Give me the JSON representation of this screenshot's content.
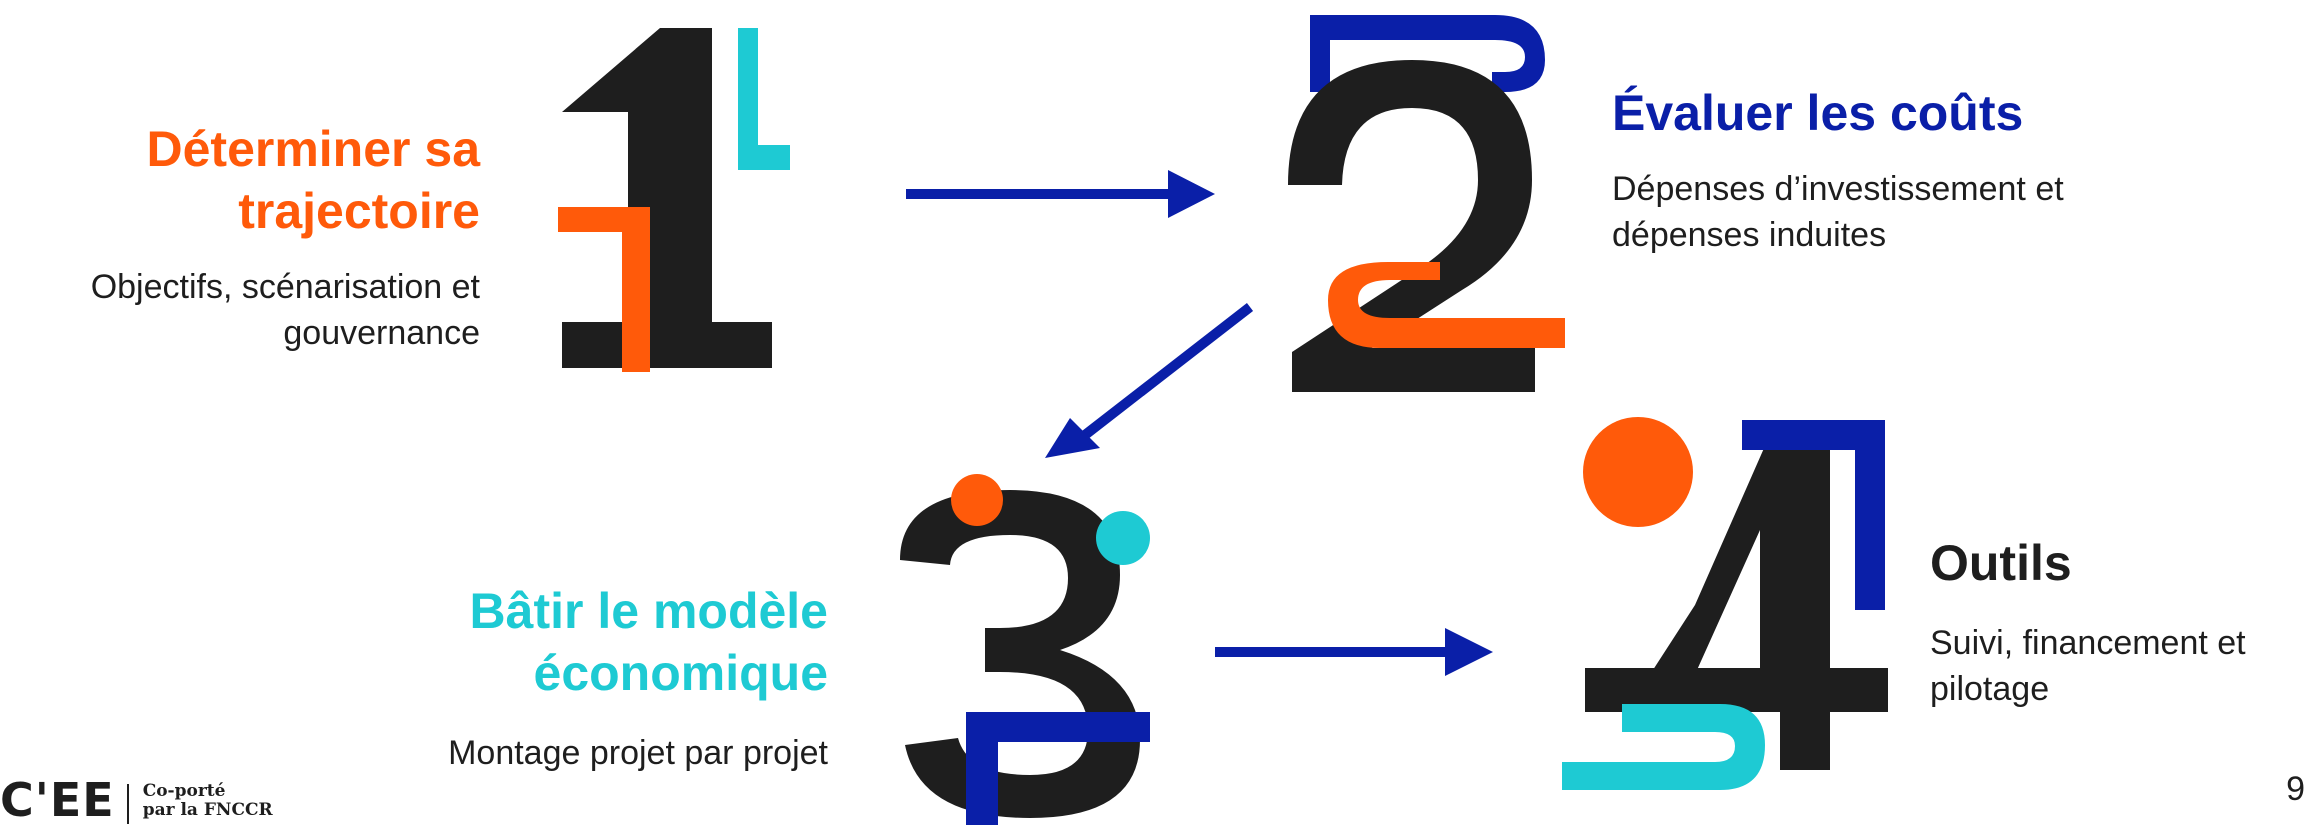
{
  "colors": {
    "orange": "#ff5a0a",
    "cyan": "#1ecad3",
    "navy": "#0a1fa8",
    "dark": "#1e1e1e"
  },
  "steps": [
    {
      "number": "1",
      "title": "Déterminer sa trajectoire",
      "description": "Objectifs, scénarisation et gouvernance",
      "title_color": "orange"
    },
    {
      "number": "2",
      "title": "Évaluer les coûts",
      "description": "Dépenses d’investissement et dépenses induites",
      "title_color": "navy"
    },
    {
      "number": "3",
      "title": "Bâtir le modèle économique",
      "description": "Montage projet par projet",
      "title_color": "cyan"
    },
    {
      "number": "4",
      "title": "Outils",
      "description": "Suivi, financement et pilotage",
      "title_color": "dark"
    }
  ],
  "logo": {
    "mark": "C'EE",
    "line1": "Co-porté",
    "line2": "par la FNCCR"
  },
  "page_number": "9"
}
